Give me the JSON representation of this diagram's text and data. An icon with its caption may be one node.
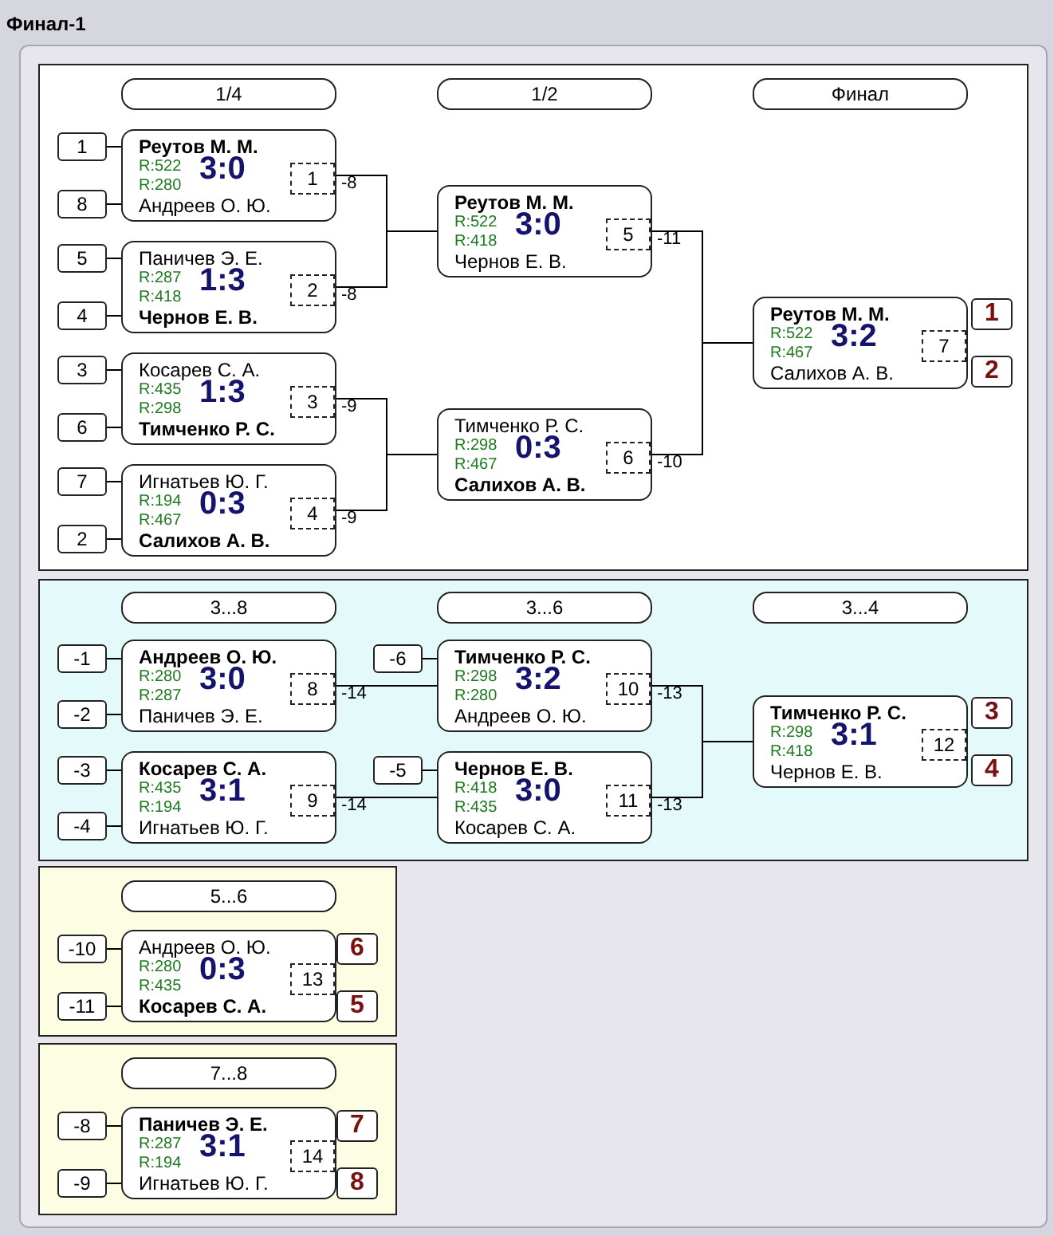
{
  "diagram": {
    "title": "Финал-1",
    "nodes": [
      {
        "text": [],
        "shape": "box"
      },
      {
        "text": [
          "1/4"
        ],
        "in": 0
      },
      {
        "text": [
          "1/2"
        ],
        "in": 0
      },
      {
        "text": [
          "Финал"
        ],
        "in": 0
      },
      {
        "text": [
          "1"
        ],
        "in": 0
      },
      {
        "text": [
          "Реутов М. М.",
          "R:522",
          "3:0",
          "R:280",
          "Андреев О. Ю."
        ],
        "beside": [
          "-8"
        ],
        "in": 0
      },
      {
        "text": [
          "1"
        ],
        "in": 5
      },
      {
        "text": [
          "8"
        ],
        "in": 0
      },
      {
        "text": [
          "5"
        ],
        "in": 0
      },
      {
        "text": [
          "Паничев Э. Е.",
          "R:287",
          "1:3",
          "R:418",
          "Чернов Е. В."
        ],
        "beside": [
          "-8"
        ],
        "in": 0
      },
      {
        "text": [
          "2"
        ],
        "in": 9
      },
      {
        "text": [
          "4"
        ],
        "in": 0
      },
      {
        "text": [
          "3"
        ],
        "in": 0
      },
      {
        "text": [
          "Косарев С. А.",
          "R:435",
          "1:3",
          "R:298",
          "Тимченко Р. С."
        ],
        "beside": [
          "-9"
        ],
        "in": 0
      },
      {
        "text": [
          "3"
        ],
        "in": 13
      },
      {
        "text": [
          "6"
        ],
        "in": 0
      },
      {
        "text": [
          "7"
        ],
        "in": 0
      },
      {
        "text": [
          "Игнатьев Ю. Г.",
          "R:194",
          "0:3",
          "R:467",
          "Салихов А. В."
        ],
        "beside": [
          "-9"
        ],
        "in": 0
      },
      {
        "text": [
          "4"
        ],
        "in": 17
      },
      {
        "text": [
          "2"
        ],
        "in": 0
      },
      {
        "text": [
          "Реутов М. М.",
          "R:522",
          "3:0",
          "R:418",
          "Чернов Е. В."
        ],
        "beside": [
          "-11"
        ],
        "in": 0
      },
      {
        "text": [
          "5"
        ],
        "in": 20
      },
      {
        "text": [
          "Тимченко Р. С.",
          "R:298",
          "0:3",
          "R:467",
          "Салихов А. В."
        ],
        "beside": [
          "-10"
        ],
        "in": 0
      },
      {
        "text": [
          "6"
        ],
        "in": 22
      },
      {
        "text": [
          "Реутов М. М.",
          "R:522",
          "3:2",
          "R:467",
          "Салихов А. В."
        ],
        "in": 0
      },
      {
        "text": [
          "7"
        ],
        "in": 24
      },
      {
        "text": [
          "1"
        ],
        "in": 0
      },
      {
        "text": [
          "2"
        ],
        "in": 0
      },
      {
        "text": [],
        "shape": "box"
      },
      {
        "text": [
          "3...8"
        ],
        "in": 28
      },
      {
        "text": [
          "3...6"
        ],
        "in": 28
      },
      {
        "text": [
          "3...4"
        ],
        "in": 28
      },
      {
        "text": [
          "-1"
        ],
        "in": 28
      },
      {
        "text": [
          "Андреев О. Ю.",
          "R:280",
          "3:0",
          "R:287",
          "Паничев Э. Е."
        ],
        "beside": [
          "-14"
        ],
        "in": 28
      },
      {
        "text": [
          "8"
        ],
        "in": 33
      },
      {
        "text": [
          "-2"
        ],
        "in": 28
      },
      {
        "text": [
          "-6"
        ],
        "in": 28
      },
      {
        "text": [
          "Тимченко Р. С.",
          "R:298",
          "3:2",
          "R:280",
          "Андреев О. Ю."
        ],
        "beside": [
          "-13"
        ],
        "in": 28
      },
      {
        "text": [
          "10"
        ],
        "in": 37
      },
      {
        "text": [
          "-3"
        ],
        "in": 28
      },
      {
        "text": [
          "Косарев С. А.",
          "R:435",
          "3:1",
          "R:194",
          "Игнатьев Ю. Г."
        ],
        "beside": [
          "-14"
        ],
        "in": 28
      },
      {
        "text": [
          "9"
        ],
        "in": 40
      },
      {
        "text": [
          "-4"
        ],
        "in": 28
      },
      {
        "text": [
          "-5"
        ],
        "in": 28
      },
      {
        "text": [
          "Чернов Е. В.",
          "R:418",
          "3:0",
          "R:435",
          "Косарев С. А."
        ],
        "beside": [
          "-13"
        ],
        "in": 28
      },
      {
        "text": [
          "11"
        ],
        "in": 44
      },
      {
        "text": [
          "Тимченко Р. С.",
          "R:298",
          "3:1",
          "R:418",
          "Чернов Е. В."
        ],
        "in": 28
      },
      {
        "text": [
          "12"
        ],
        "in": 46
      },
      {
        "text": [
          "3"
        ],
        "in": 28
      },
      {
        "text": [
          "4"
        ],
        "in": 28
      },
      {
        "text": [],
        "shape": "box"
      },
      {
        "text": [
          "5...6"
        ],
        "in": 50
      },
      {
        "text": [
          "-10"
        ],
        "in": 50
      },
      {
        "text": [
          "Андреев О. Ю.",
          "R:280",
          "0:3",
          "R:435",
          "Косарев С. А."
        ],
        "in": 50
      },
      {
        "text": [
          "13"
        ],
        "in": 53
      },
      {
        "text": [
          "6"
        ],
        "in": 50
      },
      {
        "text": [
          "-11"
        ],
        "in": 50
      },
      {
        "text": [
          "5"
        ],
        "in": 50
      },
      {
        "text": [],
        "shape": "box"
      },
      {
        "text": [
          "7...8"
        ],
        "in": 58
      },
      {
        "text": [
          "-8"
        ],
        "in": 58
      },
      {
        "text": [
          "Паничев Э. Е.",
          "R:287",
          "3:1",
          "R:194",
          "Игнатьев Ю. Г."
        ],
        "in": 58
      },
      {
        "text": [
          "14"
        ],
        "in": 61
      },
      {
        "text": [
          "7"
        ],
        "in": 58
      },
      {
        "text": [
          "-9"
        ],
        "in": 58
      },
      {
        "text": [
          "8"
        ],
        "in": 58
      }
    ],
    "edges": [
      {
        "from": 4,
        "to": 5,
        "arrow": "none"
      },
      {
        "from": 7,
        "to": 5,
        "arrow": "none"
      },
      {
        "from": 8,
        "to": 9,
        "arrow": "none"
      },
      {
        "from": 11,
        "to": 9,
        "arrow": "none"
      },
      {
        "from": 12,
        "to": 13,
        "arrow": "none"
      },
      {
        "from": 15,
        "to": 13,
        "arrow": "none"
      },
      {
        "from": 16,
        "to": 17,
        "arrow": "none"
      },
      {
        "from": 19,
        "to": 17,
        "arrow": "none"
      },
      {
        "from": 5,
        "to": 20,
        "arrow": "none"
      },
      {
        "from": 9,
        "to": 20,
        "arrow": "none"
      },
      {
        "from": 13,
        "to": 22,
        "arrow": "none"
      },
      {
        "from": 17,
        "to": 22,
        "arrow": "none"
      },
      {
        "from": 20,
        "to": 24,
        "arrow": "none"
      },
      {
        "from": 22,
        "to": 24,
        "arrow": "none"
      },
      {
        "from": 32,
        "to": 33,
        "arrow": "none"
      },
      {
        "from": 35,
        "to": 33,
        "arrow": "none"
      },
      {
        "from": 39,
        "to": 40,
        "arrow": "none"
      },
      {
        "from": 42,
        "to": 40,
        "arrow": "none"
      },
      {
        "from": 36,
        "to": 37,
        "arrow": "none"
      },
      {
        "from": 33,
        "to": 37,
        "arrow": "none"
      },
      {
        "from": 43,
        "to": 44,
        "arrow": "none"
      },
      {
        "from": 40,
        "to": 44,
        "arrow": "none"
      },
      {
        "from": 37,
        "to": 46,
        "arrow": "none"
      },
      {
        "from": 44,
        "to": 46,
        "arrow": "none"
      },
      {
        "from": 52,
        "to": 53,
        "arrow": "none"
      },
      {
        "from": 56,
        "to": 53,
        "arrow": "none"
      },
      {
        "from": 60,
        "to": 61,
        "arrow": "none"
      },
      {
        "from": 64,
        "to": 61,
        "arrow": "none"
      }
    ]
  }
}
